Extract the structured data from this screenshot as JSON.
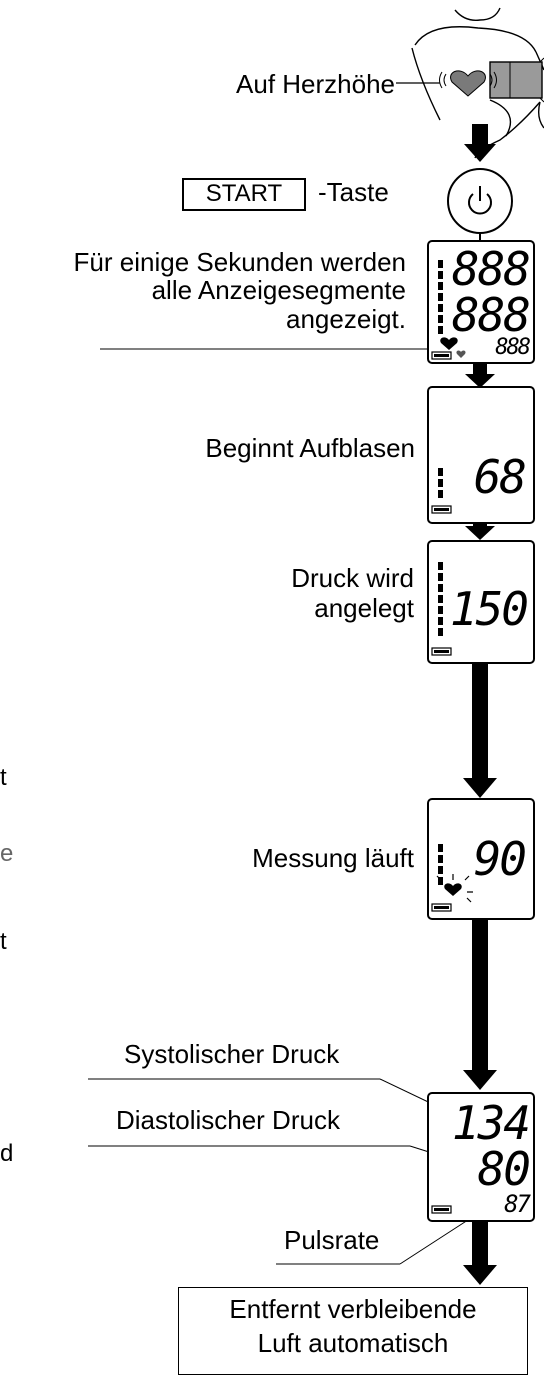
{
  "labels": {
    "heart_level": "Auf Herzhöhe",
    "start_button": "START",
    "start_suffix": "-Taste",
    "segments_line1": "Für einige Sekunden werden",
    "segments_line2": "alle Anzeigesegmente",
    "segments_line3": "angezeigt.",
    "inflate": "Beginnt Aufblasen",
    "pressure_line1": "Druck wird",
    "pressure_line2": "angelegt",
    "measuring": "Messung läuft",
    "systolic": "Systolischer Druck",
    "diastolic": "Diastolischer Druck",
    "pulse": "Pulsrate",
    "end_line1": "Entfernt verbleibende",
    "end_line2": "Luft automatisch"
  },
  "displays": {
    "all_segments": {
      "top": "888",
      "middle": "888",
      "bottom": "888"
    },
    "inflate": {
      "value": "68"
    },
    "pressure": {
      "value": "150"
    },
    "measuring": {
      "value": "90"
    },
    "result": {
      "systolic": "134",
      "diastolic": "80",
      "pulse": "87"
    }
  },
  "margin_letters": [
    "t",
    "e",
    "t",
    "d"
  ],
  "icons": [
    "power-icon",
    "heart-icon",
    "battery-icon",
    "cuff-icon",
    "arrow-down-icon"
  ]
}
